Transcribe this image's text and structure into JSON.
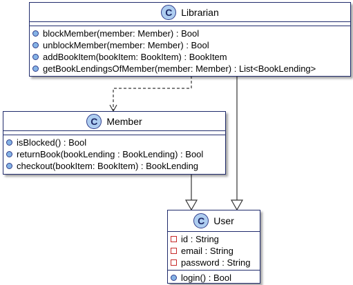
{
  "classes": {
    "librarian": {
      "stereotype": "C",
      "name": "Librarian",
      "attributes": [],
      "methods": [
        "blockMember(member: Member) : Bool",
        "unblockMember(member: Member) : Bool",
        "addBookItem(bookItem: BookItem) : BookItem",
        "getBookLendingsOfMember(member: Member) : List<BookLending>"
      ]
    },
    "member": {
      "stereotype": "C",
      "name": "Member",
      "attributes": [],
      "methods": [
        "isBlocked() : Bool",
        "returnBook(bookLending : BookLending) : Bool",
        "checkout(bookItem: BookItem) : BookLending"
      ]
    },
    "user": {
      "stereotype": "C",
      "name": "User",
      "attributes": [
        "id : String",
        "email : String",
        "password : String"
      ],
      "methods": [
        "login() : Bool"
      ]
    }
  },
  "relationships": [
    {
      "from": "Librarian",
      "to": "Member",
      "type": "dependency"
    },
    {
      "from": "Librarian",
      "to": "User",
      "type": "generalization"
    },
    {
      "from": "Member",
      "to": "User",
      "type": "generalization"
    }
  ],
  "colors": {
    "border": "#1f2a6b",
    "class_icon_fill": "#aecdf0",
    "method_icon_fill": "#85b3e6",
    "field_icon_border": "#c62828",
    "edge": "#333333"
  }
}
